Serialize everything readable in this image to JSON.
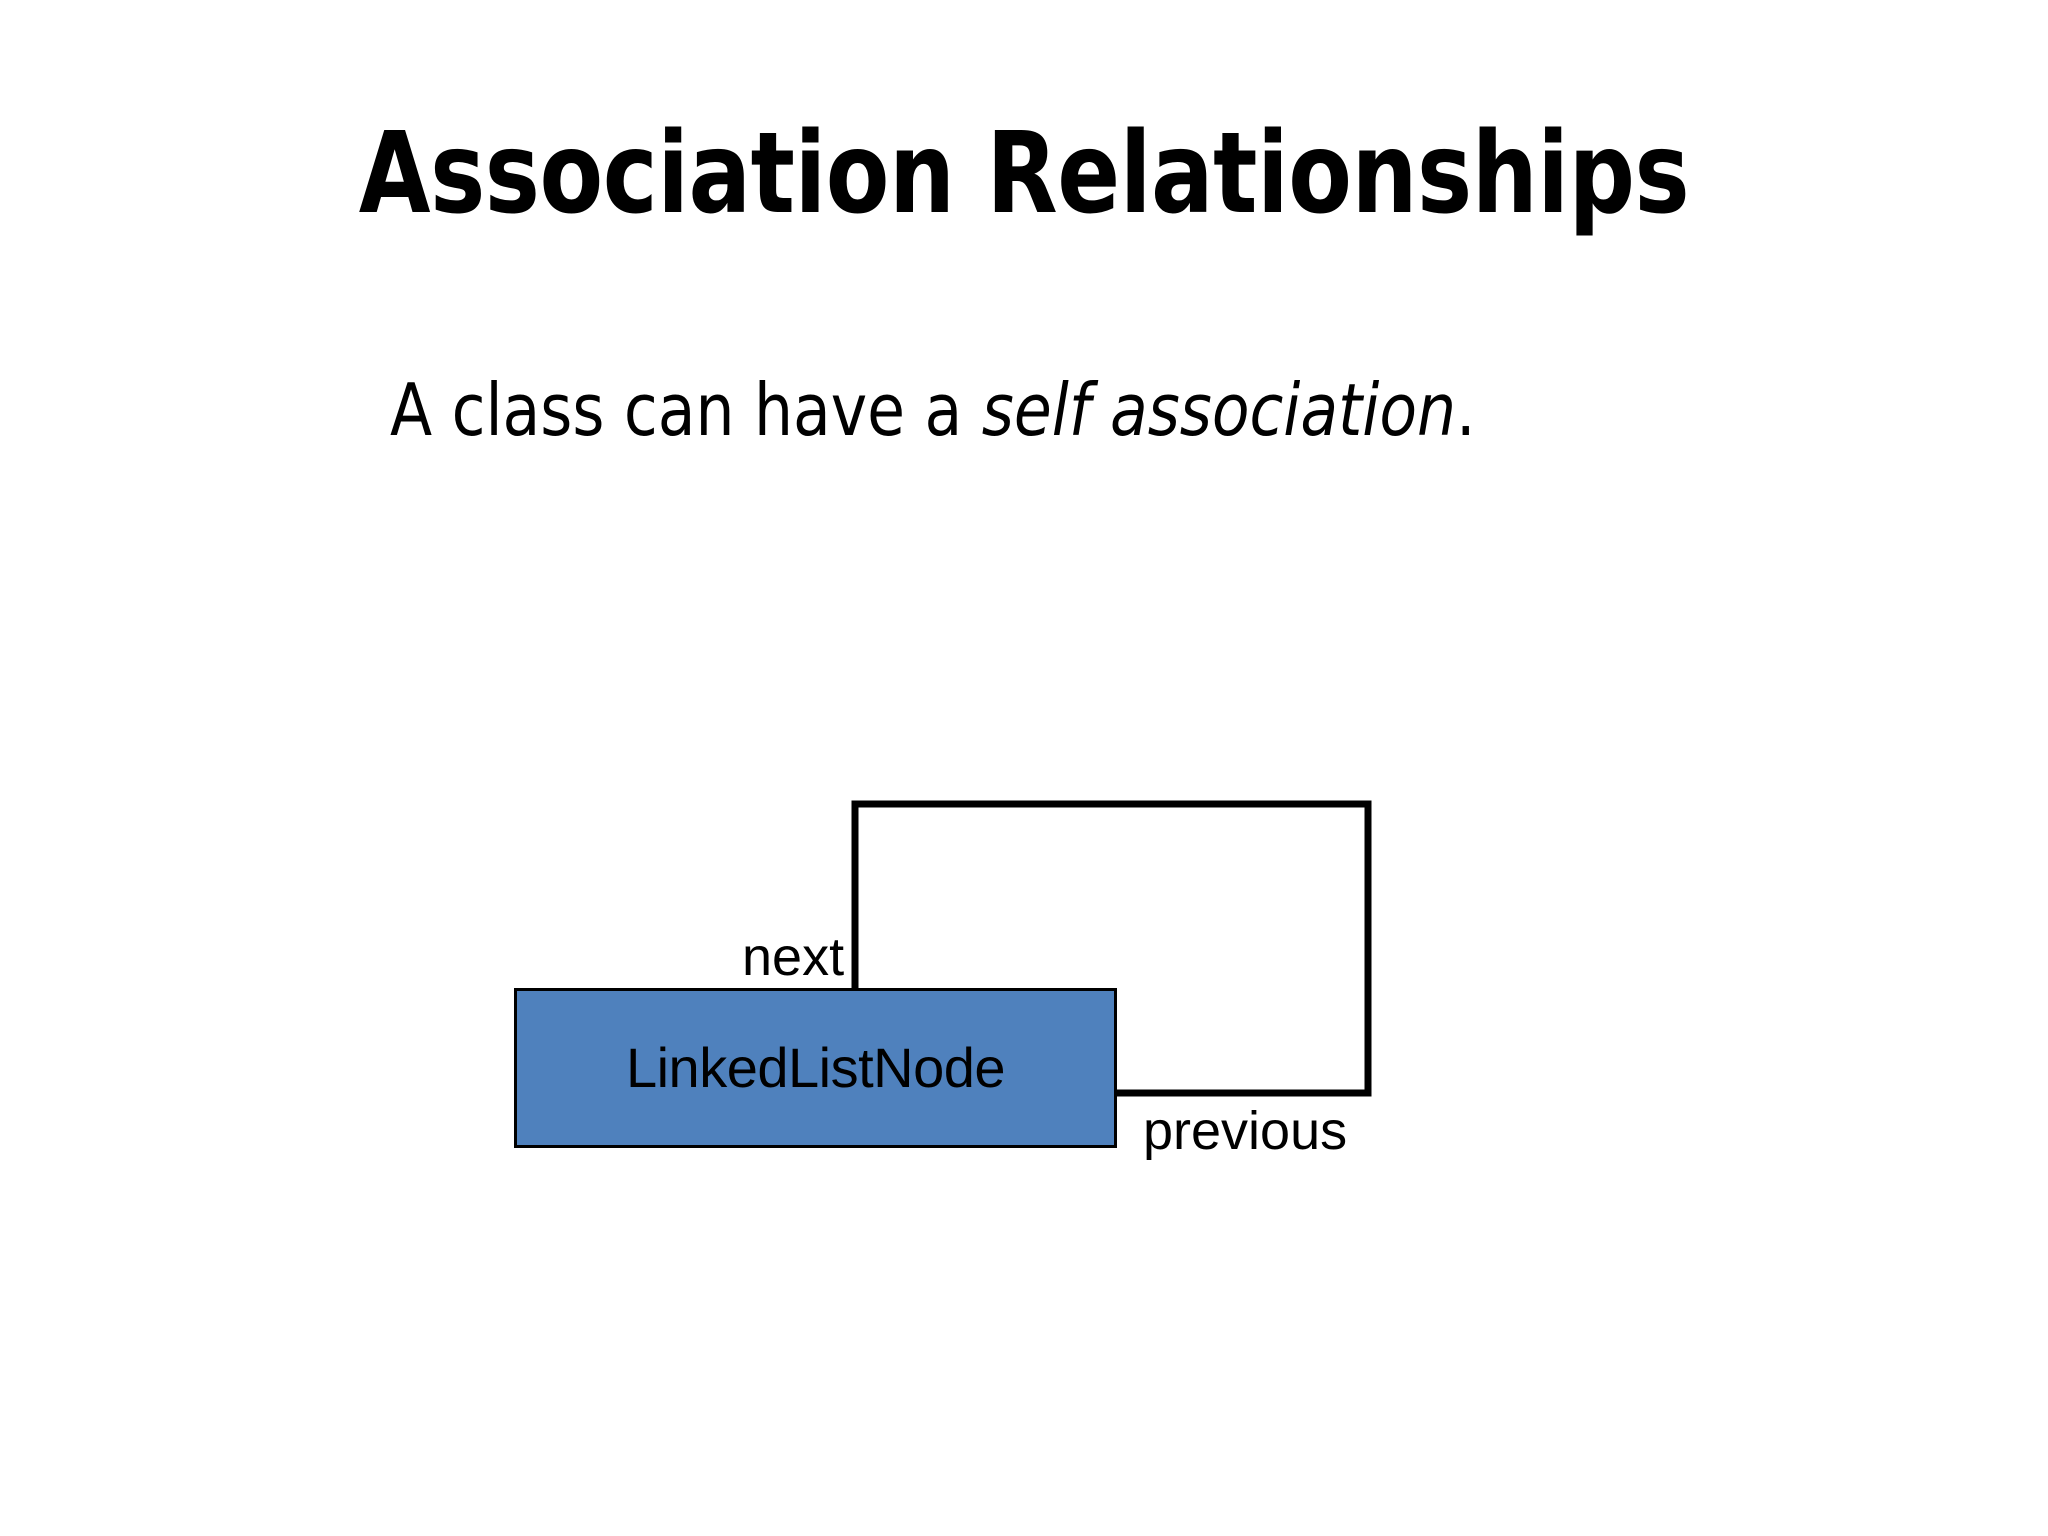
{
  "slide": {
    "background_color": "#FFFFFF",
    "title": "Association Relationships",
    "subtitle": {
      "lead_text": "A class can have a ",
      "emphasis_text": "self association",
      "trailing_text": "."
    }
  },
  "diagram": {
    "type": "uml-class-self-association",
    "class_box": {
      "label": "LinkedListNode",
      "fill_color": "#4F81BD",
      "border_color": "#000000"
    },
    "association": {
      "line_color": "#000000",
      "end_labels": {
        "source": "next",
        "target": "previous"
      }
    }
  }
}
